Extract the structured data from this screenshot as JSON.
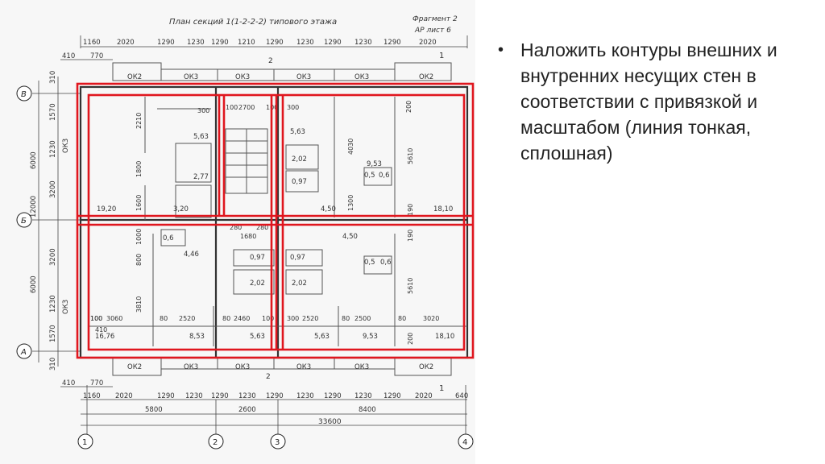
{
  "slide": {
    "bullet": "Наложить контуры внешних и внутренних несущих стен в соответствии с привязкой и масштабом (линия тонкая, сплошная)"
  },
  "plan": {
    "title": "План секций 1(1-2-2-2) типового этажа",
    "fragment": "Фрагмент 2",
    "sheet": "АР лист 6",
    "axes_rows": [
      "В",
      "Б",
      "А"
    ],
    "axes_cols": [
      "1",
      "2",
      "3",
      "4"
    ],
    "top_dims_1": [
      "1160",
      "2020",
      "1290",
      "1230",
      "1290",
      "1210",
      "1290",
      "1230",
      "1290",
      "1230",
      "1290",
      "2020"
    ],
    "top_dims_2": [
      "410",
      "770"
    ],
    "bottom_dims_1": [
      "410",
      "770"
    ],
    "bottom_dims_2": [
      "1160",
      "2020",
      "1290",
      "1230",
      "1290",
      "1230",
      "1290",
      "1230",
      "1290",
      "1230",
      "1290",
      "2020",
      "640"
    ],
    "bottom_dims_3": [
      "5800",
      "2600",
      "8400"
    ],
    "bottom_total": "33600",
    "left_dims": [
      "310",
      "1570",
      "1230",
      "3200",
      "3200",
      "1230",
      "1570",
      "310"
    ],
    "left_big": [
      "6000",
      "12000",
      "6000"
    ],
    "windows_top": [
      "ОК2",
      "ОК3",
      "ОК3",
      "ОК3",
      "ОК3",
      "ОК2"
    ],
    "windows_bottom": [
      "ОК2",
      "ОК3",
      "ОК3",
      "ОК3",
      "ОК3",
      "ОК2"
    ],
    "window_side": "ОК3",
    "section_mark": "2",
    "areas_top": [
      "5,63",
      "2,77",
      "19,20",
      "3,20",
      "5,63",
      "2,02",
      "0,97",
      "9,53",
      "0,5",
      "0,6",
      "4,50",
      "18,10"
    ],
    "areas_bottom": [
      "0,6",
      "4,46",
      "0,97",
      "2,02",
      "0,97",
      "2,02",
      "4,50",
      "0,5",
      "0,6",
      "16,76",
      "8,53",
      "5,63",
      "5,63",
      "9,53",
      "18,10"
    ],
    "inner_dims_top": [
      "300",
      "2210",
      "1800",
      "1600",
      "100",
      "2700",
      "100",
      "300",
      "4030",
      "1300",
      "5610",
      "200",
      "190"
    ],
    "inner_dims_bottom": [
      "280",
      "280",
      "1680",
      "1000",
      "800",
      "3810",
      "100",
      "3060",
      "80",
      "2520",
      "80",
      "2460",
      "100",
      "300",
      "2520",
      "80",
      "2500",
      "80",
      "3020",
      "5610",
      "190",
      "200",
      "410",
      "100"
    ]
  }
}
